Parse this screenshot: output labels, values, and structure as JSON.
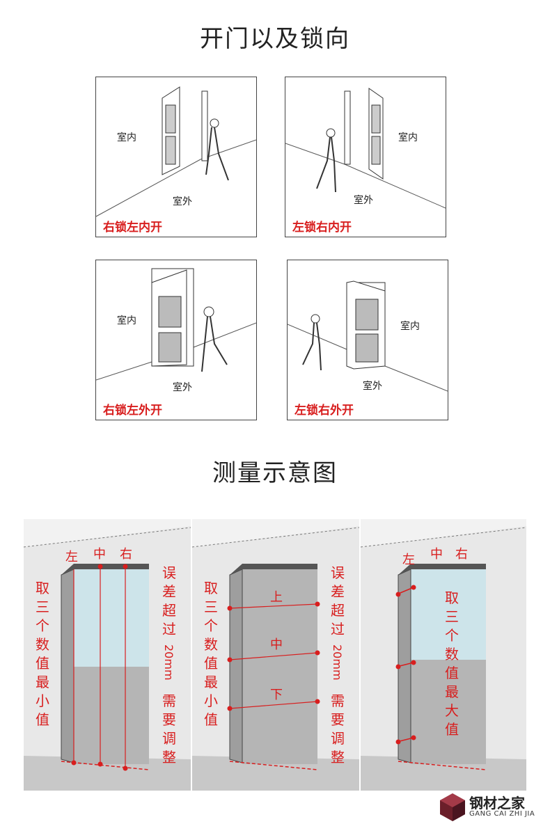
{
  "section1": {
    "title": "开门以及锁向",
    "panels": [
      {
        "indoor": "室内",
        "outdoor": "室外",
        "caption": "右锁左内开"
      },
      {
        "indoor": "室内",
        "outdoor": "室外",
        "caption": "左锁右内开"
      },
      {
        "indoor": "室内",
        "outdoor": "室外",
        "caption": "右锁左外开"
      },
      {
        "indoor": "室内",
        "outdoor": "室外",
        "caption": "左锁右外开"
      }
    ]
  },
  "section2": {
    "title": "测量示意图",
    "panel1": {
      "left": "左",
      "middle": "中",
      "right": "右",
      "note_left": "取三个数值最小值",
      "note_right": "误差超过",
      "note_right_num": "20mm",
      "note_right_tail": "需要调整"
    },
    "panel2": {
      "top": "上",
      "middle": "中",
      "bottom": "下",
      "note_left": "取三个数值最小值",
      "note_right": "误差超过",
      "note_right_num": "20mm",
      "note_right_tail": "需要调整"
    },
    "panel3": {
      "left": "左",
      "middle": "中",
      "right": "右",
      "note": "取三个数值最大值"
    }
  },
  "logo": {
    "name": "钢材之家",
    "pinyin": "GANG CAI ZHI JIA"
  },
  "colors": {
    "accent_red": "#d81e1e",
    "frame": "#444444",
    "glass": "#cfe8ee"
  }
}
